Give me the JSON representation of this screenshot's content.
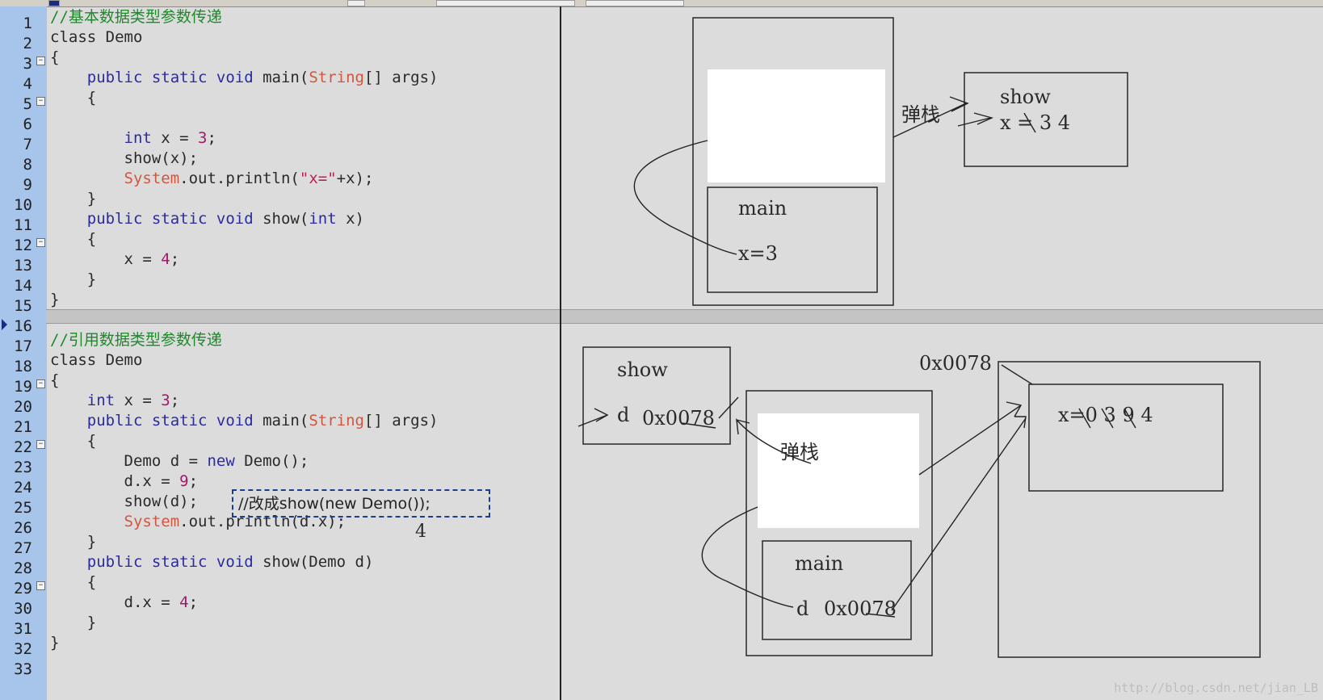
{
  "line_numbers": [
    "1",
    "2",
    "3",
    "4",
    "5",
    "6",
    "7",
    "8",
    "9",
    "10",
    "11",
    "12",
    "13",
    "14",
    "15",
    "16",
    "17",
    "18",
    "19",
    "20",
    "21",
    "22",
    "23",
    "24",
    "25",
    "26",
    "27",
    "28",
    "29",
    "30",
    "31",
    "32",
    "33"
  ],
  "code": {
    "l1": "//基本数据类型参数传递",
    "l2": "class Demo",
    "l3": "{",
    "l4_kw": "public static void",
    "l4_name": " main(",
    "l4_type": "String",
    "l4_rest": "[] args)",
    "l5": "{",
    "l7_kw": "int",
    "l7_mid": " x = ",
    "l7_num": "3",
    "l7_end": ";",
    "l8": "show(x);",
    "l9_sys": "System",
    "l9_mid": ".out.println(",
    "l9_str": "\"x=\"",
    "l9_end": "+x);",
    "l10": "}",
    "l11_kw": "public static void",
    "l11_name": " show(",
    "l11_kw2": "int",
    "l11_end": " x)",
    "l12": "{",
    "l13_a": "x = ",
    "l13_num": "4",
    "l13_end": ";",
    "l14": "}",
    "l15": "}",
    "l17": "//引用数据类型参数传递",
    "l18": "class Demo",
    "l19": "{",
    "l20_kw": "int",
    "l20_mid": " x = ",
    "l20_num": "3",
    "l20_end": ";",
    "l21_kw": "public static void",
    "l21_name": " main(",
    "l21_type": "String",
    "l21_rest": "[] args)",
    "l22": "{",
    "l23_a": "Demo d = ",
    "l23_kw": "new",
    "l23_end": " Demo();",
    "l24_a": "d.x = ",
    "l24_num": "9",
    "l24_end": ";",
    "l25": "show(d);",
    "l26_sys": "System",
    "l26_end": ".out.println(d.x);",
    "l27": "}",
    "l28_kw": "public static void",
    "l28_end": " show(Demo d)",
    "l29": "{",
    "l30_a": "d.x = ",
    "l30_num": "4",
    "l30_end": ";",
    "l31": "}",
    "l32": "}"
  },
  "edit_box_text": "//改成show(new Demo());",
  "annotations": {
    "out_value": "4",
    "top": {
      "pop_stack": "弹栈",
      "show": "show",
      "show_x": "x = 3 4",
      "main": "main",
      "main_x": "x=3"
    },
    "bottom": {
      "show": "show",
      "show_d": "d",
      "show_addr": "0x0078",
      "pop_stack": "弹栈",
      "main": "main",
      "main_d": "d",
      "main_addr": "0x0078",
      "heap_addr": "0x0078",
      "heap_x": "x=0 3 9 4"
    }
  },
  "watermark": "http://blog.csdn.net/jian_LB",
  "colors": {
    "gutter": "#a7c4ea",
    "keyword": "#2b2ba0",
    "type": "#d2563e",
    "number": "#a01a6a",
    "comment": "#1d8a2a",
    "background": "#dcdcdc"
  }
}
